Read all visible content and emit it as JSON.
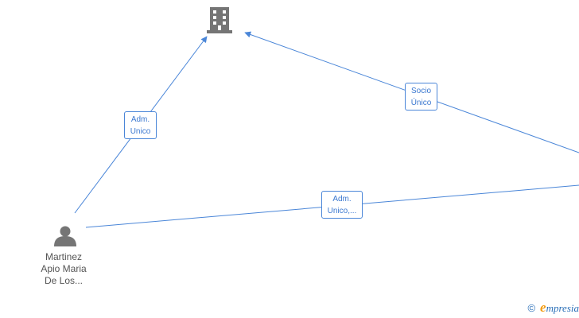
{
  "graph": {
    "nodes": {
      "company": {
        "icon": "building-icon"
      },
      "person": {
        "icon": "person-icon",
        "label_lines": [
          "Martinez",
          "Apio Maria",
          "De Los..."
        ]
      }
    },
    "edges": [
      {
        "label_lines": [
          "Adm.",
          "Unico"
        ]
      },
      {
        "label_lines": [
          "Socio",
          "Único"
        ]
      },
      {
        "label_lines": [
          "Adm.",
          "Unico,..."
        ]
      }
    ]
  },
  "watermark": {
    "copyright_symbol": "©",
    "brand_initial": "e",
    "brand_rest": "mpresia"
  },
  "colors": {
    "edge": "#4a86d8",
    "icon": "#757575",
    "label_text": "#3b78d0"
  }
}
